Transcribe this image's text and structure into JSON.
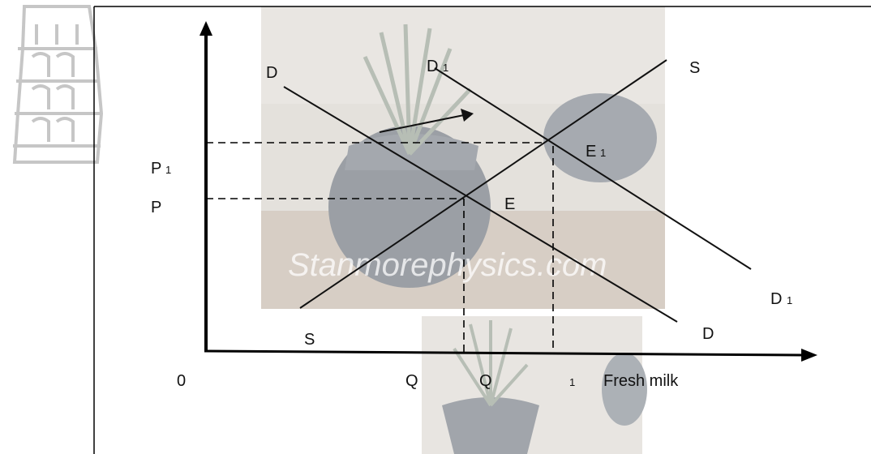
{
  "labels": {
    "demand_top": "D",
    "demand_bottom": "D",
    "demand_shift_top": "D",
    "demand_shift_top_sub": "1",
    "demand_shift_bottom": "D",
    "demand_shift_bottom_sub": "1",
    "supply_top": "S",
    "supply_bottom": "S",
    "eq": "E",
    "eq_new": "E",
    "eq_new_sub": "1",
    "price_new": "P",
    "price_new_sub": "1",
    "price": "P",
    "origin": "0",
    "quantity": "Q",
    "quantity_new": "Q",
    "quantity_new_sub": "1",
    "x_axis_title": "Fresh milk"
  },
  "watermark": "Stanmorephysics.com",
  "colors": {
    "line": "#111111",
    "photo_bg": "#c9c3bb",
    "photo_dark": "#3f4650",
    "frame": "#000000"
  }
}
